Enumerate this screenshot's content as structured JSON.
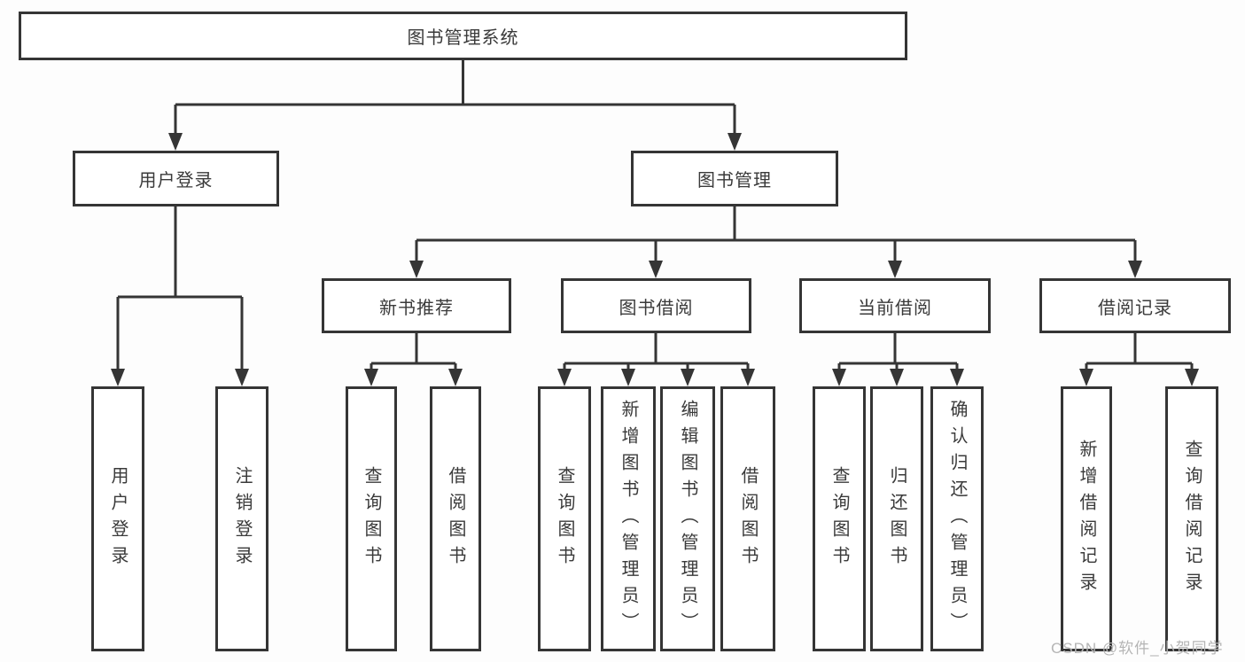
{
  "diagram": {
    "root": "图书管理系统",
    "branches": [
      {
        "label": "用户登录",
        "children": [
          "用户登录",
          "注销登录"
        ]
      },
      {
        "label": "图书管理",
        "sections": [
          {
            "label": "新书推荐",
            "children": [
              "查询图书",
              "借阅图书"
            ]
          },
          {
            "label": "图书借阅",
            "children": [
              "查询图书",
              "新增图书（管理员）",
              "编辑图书（管理员）",
              "借阅图书"
            ]
          },
          {
            "label": "当前借阅",
            "children": [
              "查询图书",
              "归还图书",
              "确认归还（管理员）"
            ]
          },
          {
            "label": "借阅记录",
            "children": [
              "新增借阅记录",
              "查询借阅记录"
            ]
          }
        ]
      }
    ]
  },
  "watermark": {
    "text": "CSDN @软件_小贺同学"
  },
  "colors": {
    "line": "#353535",
    "text": "#3a3a3a",
    "box_background": "#ffffff",
    "watermark": "#b5b5b5",
    "background": "#fdfdfd"
  }
}
